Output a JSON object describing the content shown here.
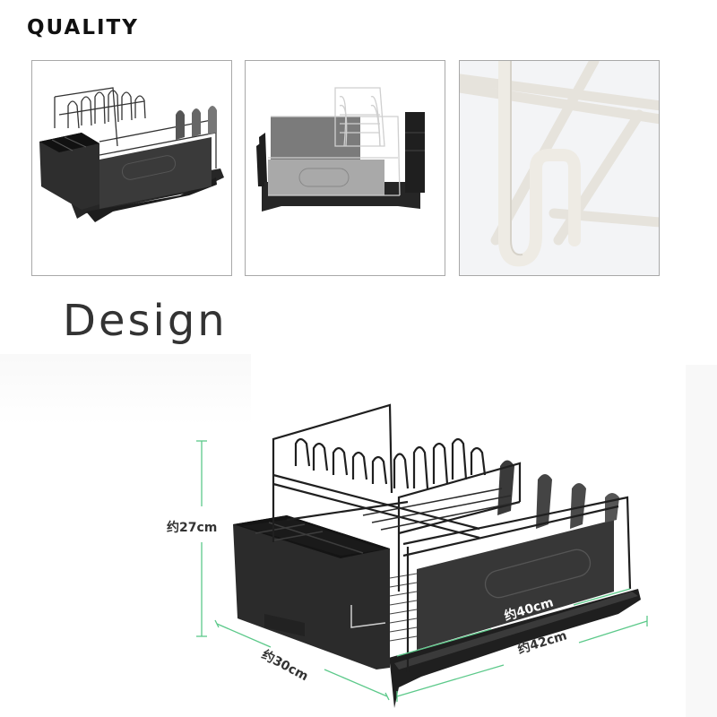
{
  "headings": {
    "quality": "QUALITY",
    "design": "Design"
  },
  "thumbnails": [
    {
      "label": "black dish rack angled view",
      "variant": "black"
    },
    {
      "label": "dish rack front view with white wire rack",
      "variant": "silver"
    },
    {
      "label": "close-up of white coated wire hook",
      "variant": "closeup"
    }
  ],
  "dimensions": {
    "height": "约27cm",
    "depth": "约30cm",
    "width": "约42cm",
    "inner_width": "约40cm"
  },
  "colors": {
    "dimension_line": "#5cc98a",
    "rack_body": "#2b2b2b",
    "text_dark": "#333333",
    "thumb_border": "#a8a8a8"
  }
}
